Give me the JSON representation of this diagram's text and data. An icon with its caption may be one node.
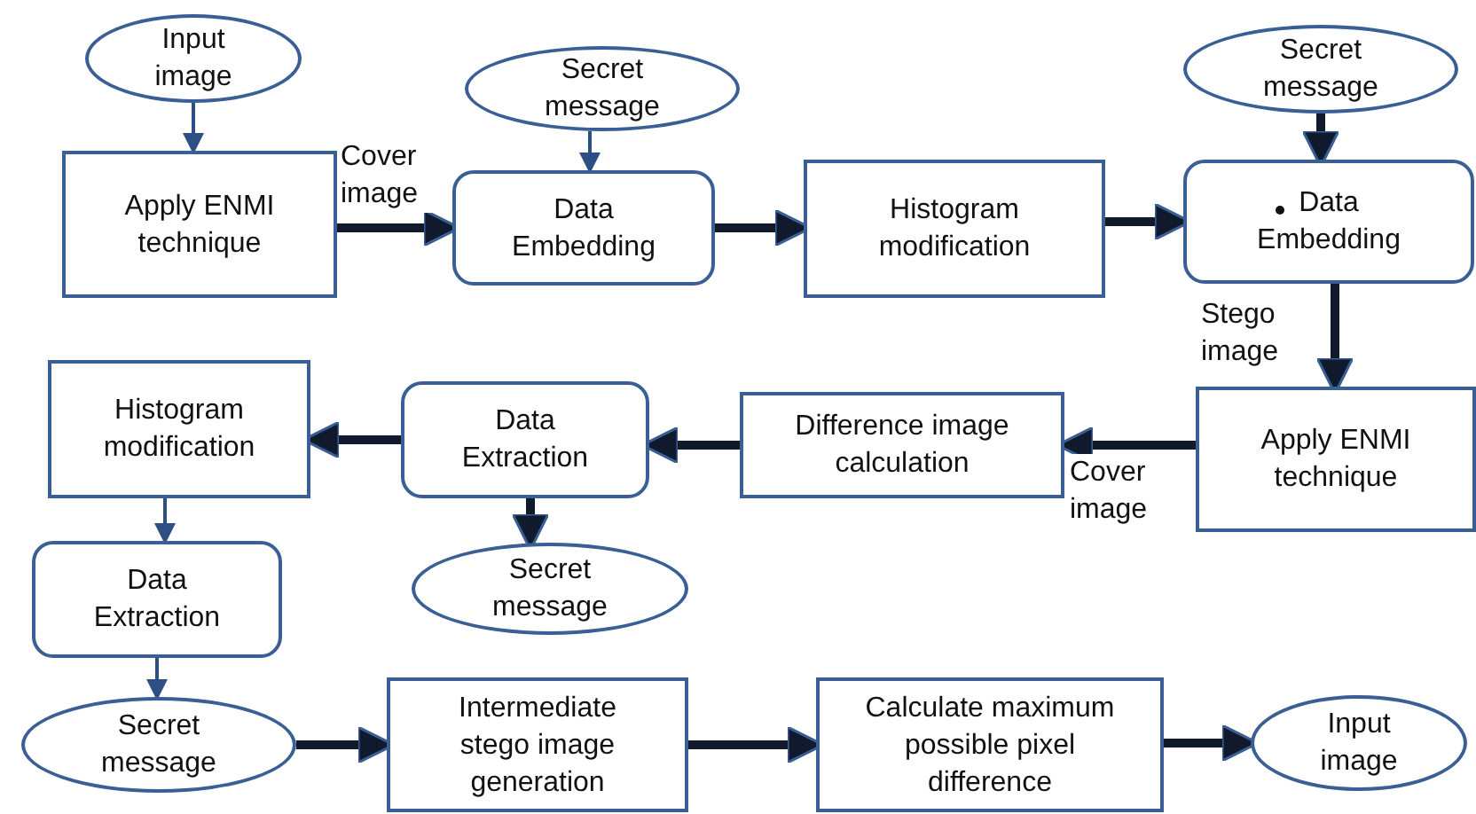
{
  "diagram": {
    "nodes": [
      {
        "text": [
          "Input image"
        ]
      },
      {
        "text": [
          "Apply ENMI technique"
        ]
      },
      {
        "text": [
          "Secret message"
        ]
      },
      {
        "text": [
          "Data Embedding"
        ]
      },
      {
        "text": [
          "Histogram modification"
        ]
      },
      {
        "text": [
          "Secret message"
        ]
      },
      {
        "text": [
          "Data Embedding"
        ]
      },
      {
        "text": [
          "Apply ENMI technique"
        ]
      },
      {
        "text": [
          "Difference image calculation"
        ]
      },
      {
        "text": [
          "Data Extraction"
        ]
      },
      {
        "text": [
          "Histogram modification"
        ]
      },
      {
        "text": [
          "Secret message"
        ]
      },
      {
        "text": [
          "Data Extraction"
        ]
      },
      {
        "text": [
          "Secret message"
        ]
      },
      {
        "text": [
          "Intermediate stego image generation"
        ]
      },
      {
        "text": [
          "Calculate maximum possible pixel difference"
        ]
      },
      {
        "text": [
          "Input image"
        ]
      }
    ],
    "edges": [
      {
        "from": 0,
        "to": 1,
        "arrow": "to",
        "color": "#2e4f84"
      },
      {
        "from": 1,
        "to": 3,
        "arrow": "to",
        "label": "Cover image"
      },
      {
        "from": 2,
        "to": 3,
        "arrow": "to",
        "color": "#2e4f84"
      },
      {
        "from": 3,
        "to": 4,
        "arrow": "to"
      },
      {
        "from": 4,
        "to": 6,
        "arrow": "to"
      },
      {
        "from": 5,
        "to": 6,
        "arrow": "to"
      },
      {
        "from": 6,
        "to": 7,
        "arrow": "to",
        "label": "Stego image"
      },
      {
        "from": 7,
        "to": 8,
        "arrow": "to",
        "label": "Cover image"
      },
      {
        "from": 8,
        "to": 9,
        "arrow": "to"
      },
      {
        "from": 9,
        "to": 10,
        "arrow": "to"
      },
      {
        "from": 9,
        "to": 11,
        "arrow": "to"
      },
      {
        "from": 10,
        "to": 12,
        "arrow": "to",
        "color": "#2e4f84"
      },
      {
        "from": 12,
        "to": 13,
        "arrow": "to",
        "color": "#2e4f84"
      },
      {
        "from": 13,
        "to": 14,
        "arrow": "to"
      },
      {
        "from": 14,
        "to": 15,
        "arrow": "to"
      },
      {
        "from": 15,
        "to": 16,
        "arrow": "to"
      }
    ]
  }
}
